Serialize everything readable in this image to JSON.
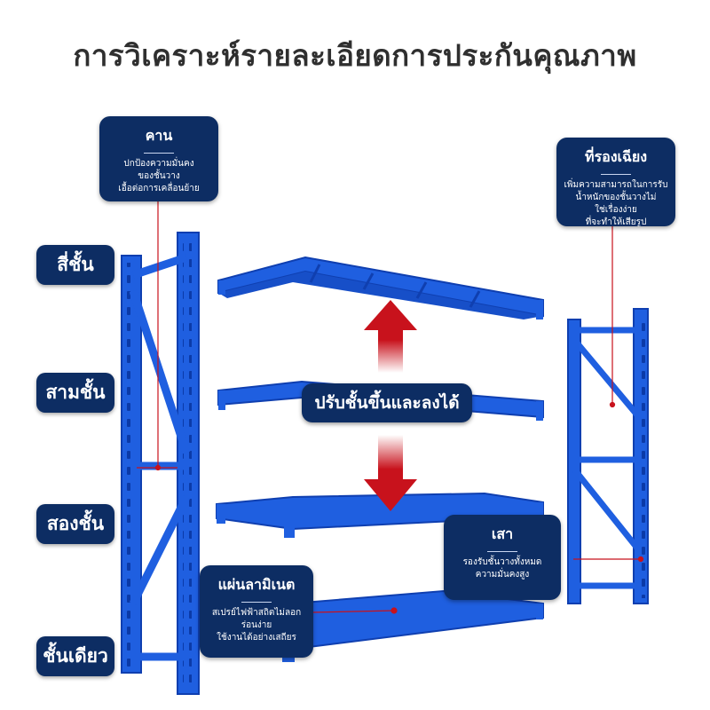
{
  "title": "การวิเคราะห์รายละเอียดการประกันคุณภาพ",
  "colors": {
    "rack_blue": "#1f5fe0",
    "label_navy": "#0d2d63",
    "arrow_red": "#c8121c"
  },
  "tiers": [
    "สี่ชั้น",
    "สามชั้น",
    "สองชั้น",
    "ชั้นเดียว"
  ],
  "callouts": {
    "beam": {
      "title": "คาน",
      "desc": "ปกป้องความมั่นคง\nของชั้นวาง\nเอื้อต่อการเคลื่อนย้าย"
    },
    "brace": {
      "title": "ที่รองเฉียง",
      "desc": "เพิ่มความสามารถในการรับ\nน้ำหนักของชั้นวางไม่\nใช่เรื่องง่าย\nที่จะทำให้เสียรูป"
    },
    "post": {
      "title": "เสา",
      "desc": "รองรับชั้นวางทั้งหมด\nความมั่นคงสูง"
    },
    "laminate": {
      "title": "แผ่นลามิเนต",
      "desc": "สเปรย์ไฟฟ้าสถิตไม่ลอกร่อนง่าย\nใช้งานได้อย่างเสถียร"
    }
  },
  "banner": "ปรับชั้นขึ้นและลงได้"
}
